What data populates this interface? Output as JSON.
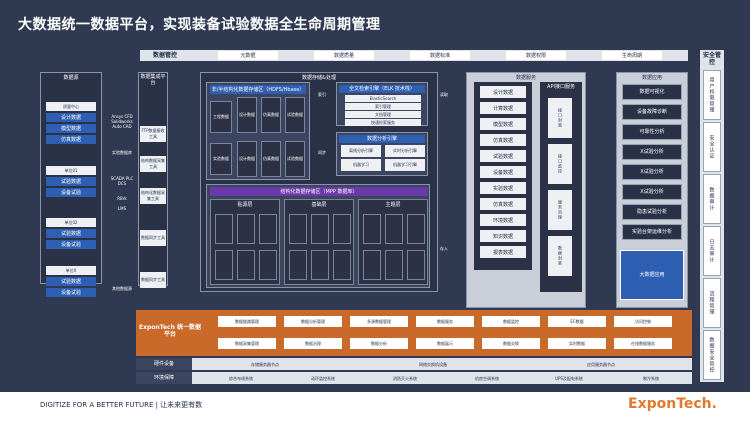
{
  "title": "大数据统一数据平台，实现装备试验数据全生命周期管理",
  "footer_left": "DIGITIZE FOR A BETTER FUTURE | 让未来更有数",
  "brand": "ExponTech.",
  "top_bar": {
    "head": "数据管控",
    "items": [
      "元数据",
      "数据质量",
      "数据标准",
      "数据权限",
      "生命周期"
    ]
  },
  "security": {
    "title": "安全管控",
    "items": [
      "用户权限管理",
      "安全认证",
      "数据审计",
      "日志审计",
      "流程管理",
      "数据安全管控"
    ]
  },
  "data_source": {
    "title": "数据源",
    "group1": {
      "head": "质量中心",
      "items": [
        "设计数据",
        "模型数据",
        "仿真数据"
      ]
    },
    "group2": {
      "head": "单位01",
      "items": [
        "试验数据",
        "设备试验"
      ]
    },
    "group3": {
      "head": "单位02",
      "items": [
        "试验数据",
        "设备试验"
      ]
    },
    "group4": {
      "head": "单位X",
      "items": [
        "试验数据",
        "设备试验"
      ]
    }
  },
  "collect": {
    "title": "数据集成平台",
    "labels": [
      "Ansys CFD Solidworks Auto CAD",
      "实验数据库",
      "SCADA PLC DCS",
      "RBrk",
      "LMS",
      "其他数据源"
    ],
    "tools": [
      "FTP数据接收工具",
      "结构数据采集工具",
      "结构化数据采集工具",
      "数据同步工具",
      "数据同步工具"
    ]
  },
  "storage": {
    "title": "数据存储&处理",
    "hdfs": "非/半结构化数据存储区（HDFS/Hbase）",
    "hdfs_left": "工程数据",
    "hdfs_cols": [
      "设计数据",
      "仿真数据",
      "试验数据"
    ],
    "hdfs_left2": "实验数据",
    "es_title": "全文检索引擎（ELK 技术栈）",
    "es_items": [
      "ElasticSearch",
      "索引管理",
      "文档管理",
      "快速检索服务"
    ],
    "ana_title": "数据分析引擎",
    "ana_items": [
      "离线分析引擎",
      "实时分析引擎",
      "机器学习",
      "机器学习引擎"
    ],
    "mpp": "结构化数据存储区（MPP 数据库）",
    "mpp_cols": [
      "贴源层",
      "基础层",
      "主题层"
    ],
    "index": "索引",
    "sync": "同步",
    "loc": "结构化",
    "write": "存入",
    "read": "读取"
  },
  "service": {
    "title": "数据服务",
    "api": "API接口服务",
    "items": [
      "设计数据",
      "计算数据",
      "模型数据",
      "仿真数据",
      "试验数据",
      "设备数据",
      "实验数据",
      "仿真数据",
      "环境数据",
      "知识数据",
      "报表数据"
    ],
    "api_items": [
      "接口封装",
      "接口监控",
      "服务治理",
      "数据封装"
    ]
  },
  "app": {
    "title": "数据应用",
    "items": [
      "数据可视化",
      "设备故障诊断",
      "可靠性分析",
      "X试验分析",
      "X试验分析",
      "X试验分析",
      "隐患试验分析",
      "实验台架运维分析"
    ],
    "big": "大数据应用"
  },
  "orange": {
    "head": "ExponTech 统一数据平台",
    "row1": [
      "数据链路管理",
      "数据分析管理",
      "多源数据管理",
      "数据服务",
      "数据监控",
      "EC数据",
      "访问控制"
    ],
    "row2": [
      "数据采集管理",
      "数据治理",
      "数据分析",
      "数据展示",
      "数据交换",
      "实时数据",
      "在线数据服务"
    ]
  },
  "hw": {
    "head": "硬件设备",
    "items": [
      "存储服务器节点",
      "网络交换机设备",
      "应用服务器节点"
    ]
  },
  "env": {
    "head": "环境保障",
    "items": [
      "综合布线系统",
      "动环监控系统",
      "消防灭火系统",
      "机房空调系统",
      "UPS及配电系统",
      "制冷系统"
    ]
  }
}
